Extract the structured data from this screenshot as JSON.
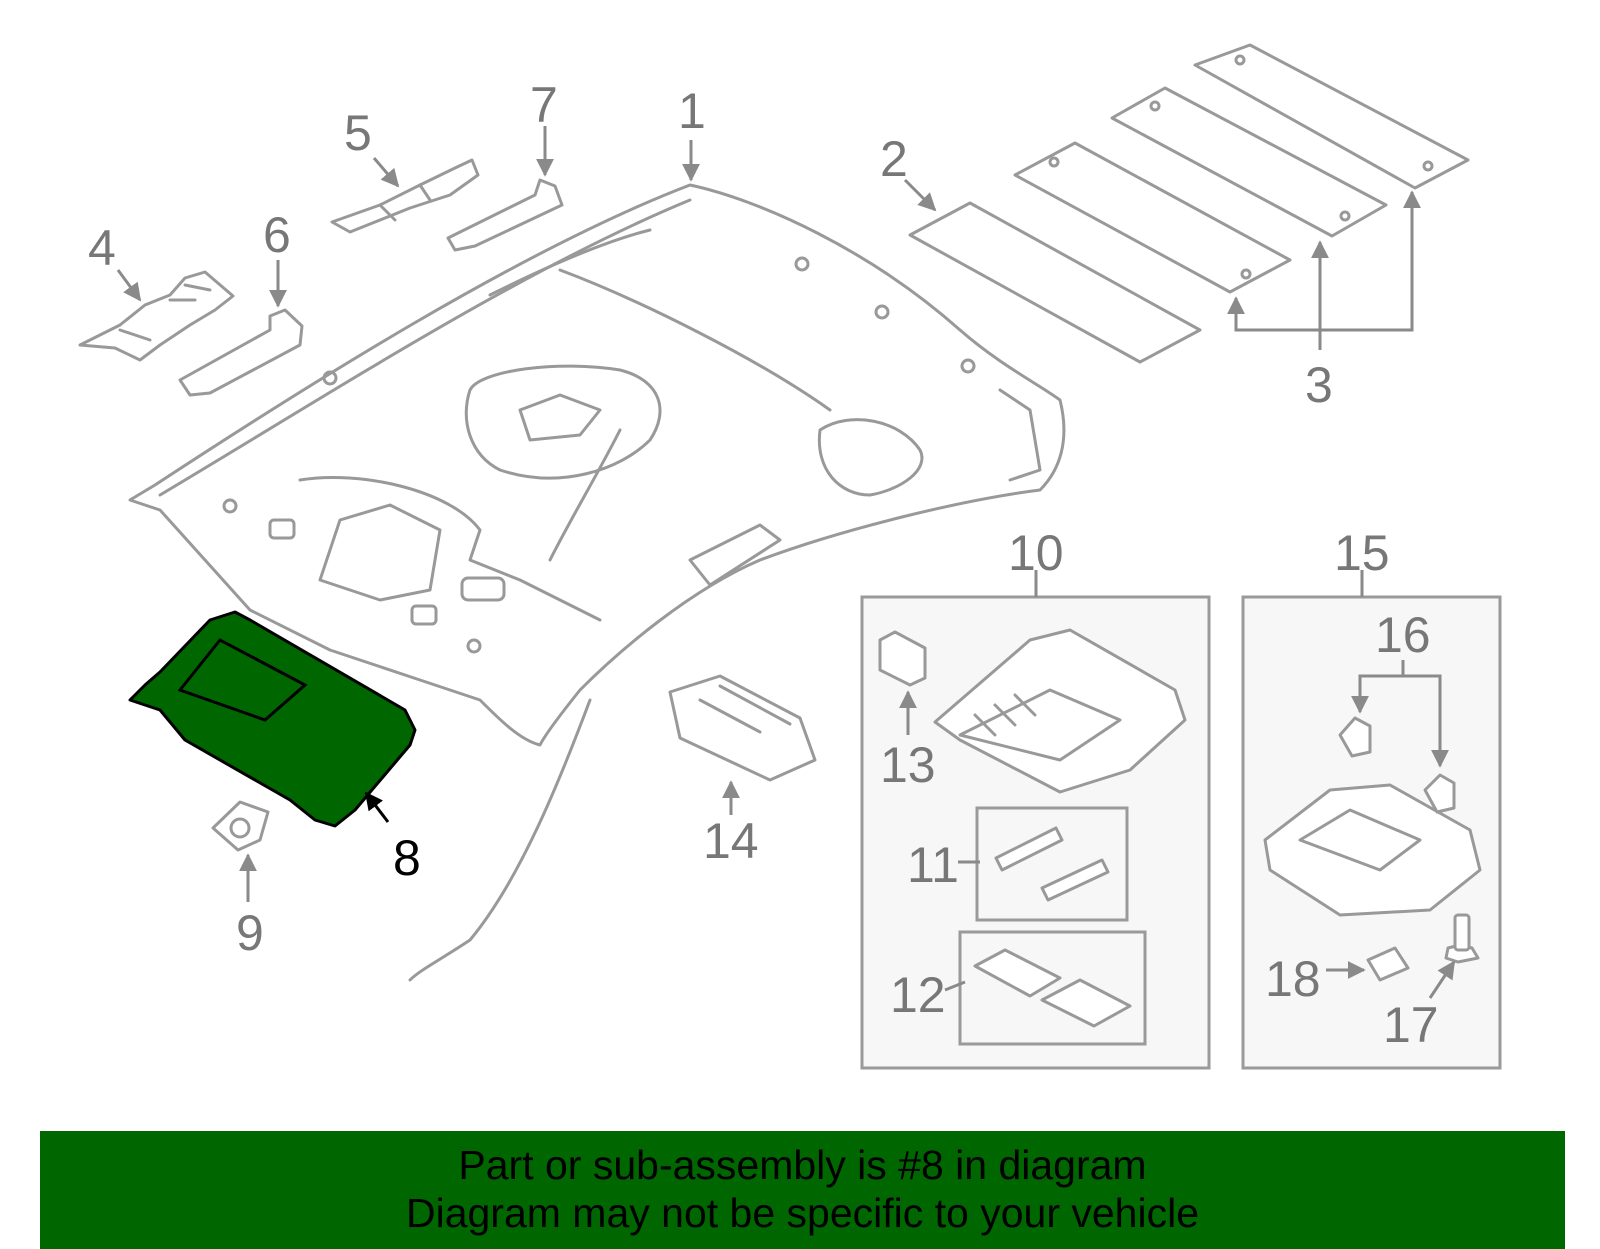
{
  "diagram": {
    "highlight_color": "#006600",
    "highlighted_part": "8",
    "callouts": [
      "1",
      "2",
      "3",
      "4",
      "5",
      "6",
      "7",
      "8",
      "9",
      "10",
      "11",
      "12",
      "13",
      "14",
      "15",
      "16",
      "17",
      "18"
    ]
  },
  "banner": {
    "line1": "Part or sub-assembly is #8 in diagram",
    "line2": "Diagram may not be specific to your vehicle",
    "background": "#006600"
  }
}
